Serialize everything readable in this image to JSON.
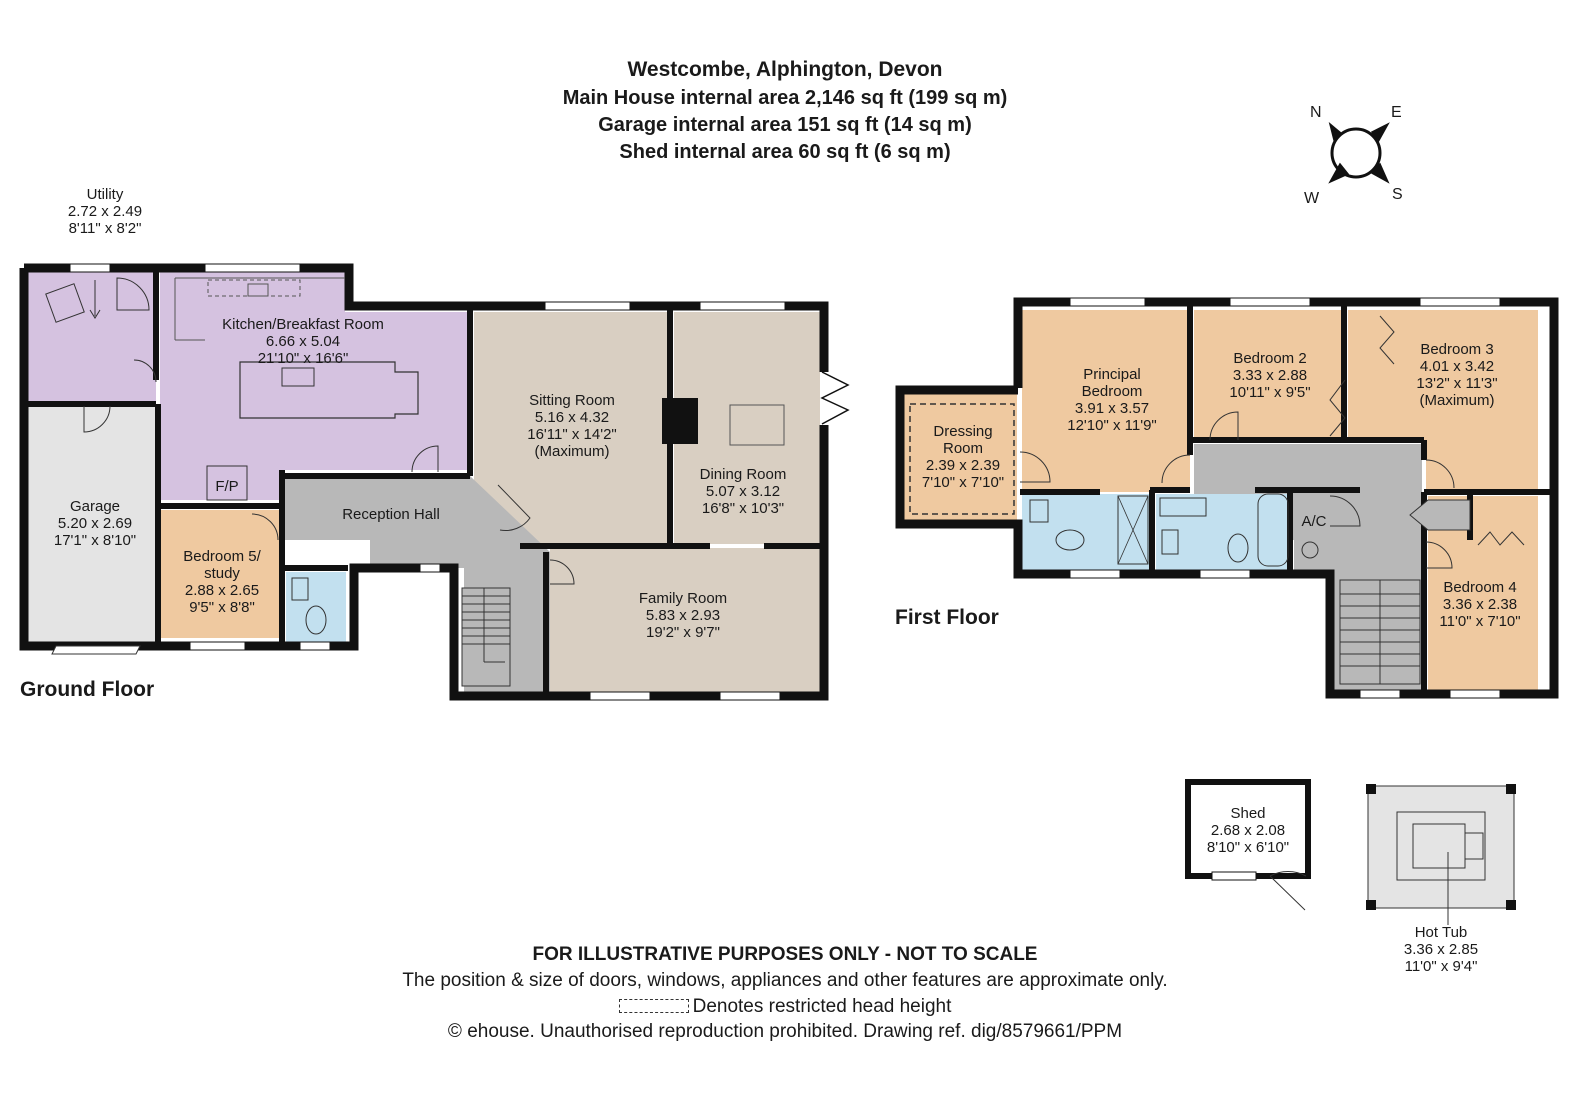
{
  "header": {
    "title": "Westcombe, Alphington, Devon",
    "main_house": "Main House internal area 2,146 sq ft (199 sq m)",
    "garage": "Garage internal area 151 sq ft (14 sq m)",
    "shed": "Shed internal area 60 sq ft (6 sq m)"
  },
  "compass": {
    "n": "N",
    "e": "E",
    "s": "S",
    "w": "W"
  },
  "floors": {
    "ground": "Ground Floor",
    "first": "First Floor"
  },
  "rooms": {
    "utility": [
      "Utility",
      "2.72 x 2.49",
      "8'11\" x 8'2\""
    ],
    "kitchen": [
      "Kitchen/Breakfast Room",
      "6.66 x 5.04",
      "21'10\" x 16'6\""
    ],
    "sitting": [
      "Sitting Room",
      "5.16 x 4.32",
      "16'11\" x 14'2\"",
      "(Maximum)"
    ],
    "dining": [
      "Dining Room",
      "5.07 x 3.12",
      "16'8\" x 10'3\""
    ],
    "garage": [
      "Garage",
      "5.20 x 2.69",
      "17'1\" x 8'10\""
    ],
    "bedroom5": [
      "Bedroom 5/",
      "study",
      "2.88 x 2.65",
      "9'5\" x 8'8\""
    ],
    "reception": [
      "Reception Hall"
    ],
    "family": [
      "Family Room",
      "5.83 x 2.93",
      "19'2\" x 9'7\""
    ],
    "fp": [
      "F/P"
    ],
    "dressing": [
      "Dressing",
      "Room",
      "2.39 x 2.39",
      "7'10\" x 7'10\""
    ],
    "principal": [
      "Principal",
      "Bedroom",
      "3.91 x 3.57",
      "12'10\" x 11'9\""
    ],
    "bedroom2": [
      "Bedroom 2",
      "3.33 x 2.88",
      "10'11\" x 9'5\""
    ],
    "bedroom3": [
      "Bedroom 3",
      "4.01 x 3.42",
      "13'2\" x 11'3\"",
      "(Maximum)"
    ],
    "ac": [
      "A/C"
    ],
    "bedroom4": [
      "Bedroom 4",
      "3.36 x 2.38",
      "11'0\" x 7'10\""
    ],
    "shed": [
      "Shed",
      "2.68 x 2.08",
      "8'10\" x 6'10\""
    ],
    "hottub": [
      "Hot Tub",
      "3.36 x 2.85",
      "11'0\" x 9'4\""
    ]
  },
  "colors": {
    "purple": "#d5c2e0",
    "beige": "#d9cfc2",
    "orange": "#efc9a0",
    "grey": "#b8b8b8",
    "light_grey": "#e4e4e4",
    "blue": "#c2e0ef",
    "wall": "#111111"
  },
  "footer": {
    "line1": "FOR ILLUSTRATIVE PURPOSES ONLY - NOT TO SCALE",
    "line2": "The position & size of doors, windows, appliances and other features are approximate only.",
    "line3": "Denotes restricted head height",
    "line4": "© ehouse. Unauthorised reproduction prohibited. Drawing ref. dig/8579661/PPM"
  }
}
